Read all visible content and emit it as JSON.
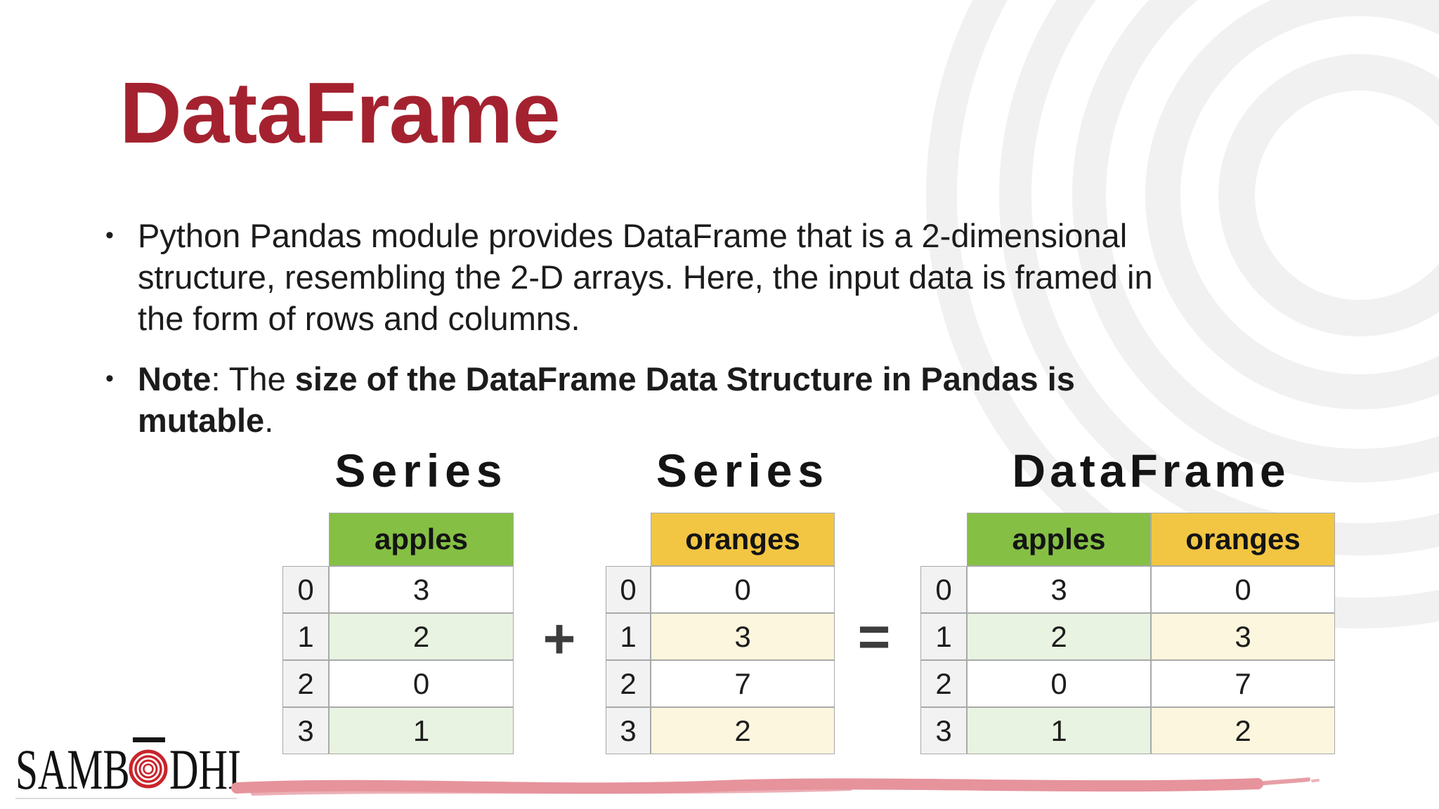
{
  "slide": {
    "title": "DataFrame",
    "title_color": "#A4222F",
    "bullet_marker": "•",
    "bullet1_lines": [
      "Python Pandas module provides DataFrame that is a 2-dimensional",
      "structure, resembling the 2-D arrays. Here, the input data is framed in",
      "the form of rows and columns."
    ],
    "bullet2_lines": [
      [
        {
          "text": "Note",
          "bold": true
        },
        {
          "text": ": The ",
          "bold": false
        },
        {
          "text": "size of the DataFrame Data Structure in Pandas is",
          "bold": true
        }
      ],
      [
        {
          "text": "mutable",
          "bold": true
        },
        {
          "text": ".",
          "bold": false
        }
      ]
    ]
  },
  "diagram": {
    "plus": "+",
    "equals": "=",
    "colors": {
      "index_bg": "#F2F2F2",
      "border": "#A9A9A9",
      "row_white": "#FFFFFF",
      "operator": "#3D3D3D"
    },
    "tables": [
      {
        "heading": "Series",
        "index": [
          "0",
          "1",
          "2",
          "3"
        ],
        "columns": [
          {
            "label": "apples",
            "header_color": "#85C044",
            "stripe_color": "#E9F3E1",
            "values": [
              "3",
              "2",
              "0",
              "1"
            ]
          }
        ]
      },
      {
        "heading": "Series",
        "index": [
          "0",
          "1",
          "2",
          "3"
        ],
        "columns": [
          {
            "label": "oranges",
            "header_color": "#F2C643",
            "stripe_color": "#FCF6DE",
            "values": [
              "0",
              "3",
              "7",
              "2"
            ]
          }
        ]
      },
      {
        "heading": "DataFrame",
        "index": [
          "0",
          "1",
          "2",
          "3"
        ],
        "columns": [
          {
            "label": "apples",
            "header_color": "#85C044",
            "stripe_color": "#E9F3E1",
            "values": [
              "3",
              "2",
              "0",
              "1"
            ]
          },
          {
            "label": "oranges",
            "header_color": "#F2C643",
            "stripe_color": "#FCF6DE",
            "values": [
              "0",
              "3",
              "7",
              "2"
            ]
          }
        ]
      }
    ]
  },
  "footer": {
    "logo_left": "SAMB",
    "logo_right": "DHI",
    "logo_full_name": "SAMBODHI",
    "brand_red": "#C9242B",
    "underline_color": "#DCDCDC",
    "stroke_color": "#E6939C"
  },
  "background": {
    "arc_color": "#F1F1F1"
  }
}
